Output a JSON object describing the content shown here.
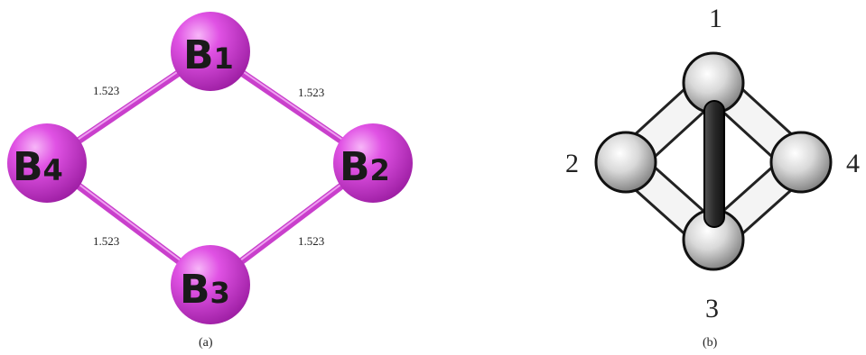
{
  "panel_a": {
    "atoms": [
      {
        "label": "B",
        "sub": "1"
      },
      {
        "label": "B",
        "sub": "2"
      },
      {
        "label": "B",
        "sub": "3"
      },
      {
        "label": "B",
        "sub": "4"
      }
    ],
    "bonds": [
      {
        "value": "1.523"
      },
      {
        "value": "1.523"
      },
      {
        "value": "1.523"
      },
      {
        "value": "1.523"
      }
    ],
    "caption": "(a)",
    "atom_color": "#d23ad6",
    "bond_color": "#c93fcc"
  },
  "panel_b": {
    "labels": [
      "1",
      "2",
      "3",
      "4"
    ],
    "caption": "(b)",
    "sphere_color": "#d0d0d0",
    "center_bond_color": "#333333"
  }
}
